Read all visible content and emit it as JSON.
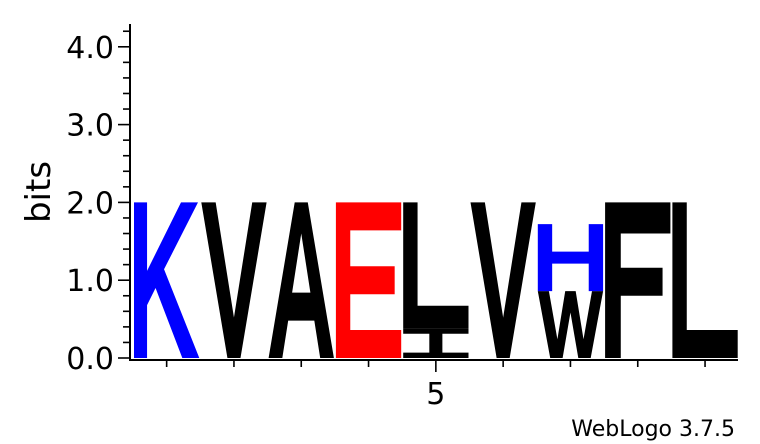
{
  "chart_data": {
    "type": "sequence-logo",
    "ylabel": "bits",
    "ylim": [
      0,
      4.32
    ],
    "y_ticks": [
      "0.0",
      "1.0",
      "2.0",
      "3.0",
      "4.0"
    ],
    "y_tick_values": [
      0,
      1,
      2,
      3,
      4
    ],
    "x_tick_labels": [
      {
        "position": 5,
        "label": "5"
      }
    ],
    "positions": [
      {
        "position": 1,
        "stack": [
          {
            "letter": "K",
            "bits": 2.0,
            "color": "#0000ff"
          }
        ]
      },
      {
        "position": 2,
        "stack": [
          {
            "letter": "V",
            "bits": 2.0,
            "color": "#000000"
          }
        ]
      },
      {
        "position": 3,
        "stack": [
          {
            "letter": "A",
            "bits": 2.0,
            "color": "#000000"
          }
        ]
      },
      {
        "position": 4,
        "stack": [
          {
            "letter": "E",
            "bits": 2.0,
            "color": "#ff0000"
          }
        ]
      },
      {
        "position": 5,
        "stack": [
          {
            "letter": "I",
            "bits": 0.38,
            "color": "#000000"
          },
          {
            "letter": "L",
            "bits": 1.62,
            "color": "#000000"
          }
        ]
      },
      {
        "position": 6,
        "stack": [
          {
            "letter": "V",
            "bits": 2.0,
            "color": "#000000"
          }
        ]
      },
      {
        "position": 7,
        "stack": [
          {
            "letter": "W",
            "bits": 0.86,
            "color": "#000000"
          },
          {
            "letter": "H",
            "bits": 0.86,
            "color": "#0000ff"
          }
        ]
      },
      {
        "position": 8,
        "stack": [
          {
            "letter": "F",
            "bits": 2.0,
            "color": "#000000"
          }
        ]
      },
      {
        "position": 9,
        "stack": [
          {
            "letter": "L",
            "bits": 2.0,
            "color": "#000000"
          }
        ]
      }
    ]
  },
  "credit": "WebLogo 3.7.5"
}
